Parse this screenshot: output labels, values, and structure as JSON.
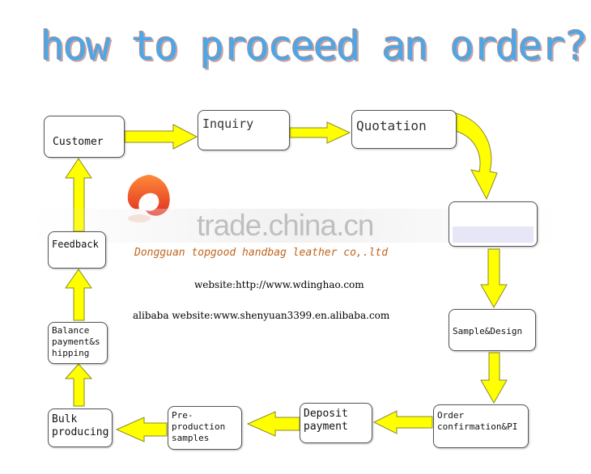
{
  "title": "how to proceed an order?",
  "steps": {
    "customer": "Customer",
    "inquiry": "Inquiry",
    "quotation": "Quotation",
    "hidden": "",
    "sample_design": "Sample&Design",
    "order_confirmation": "Order\nconfirmation&PI",
    "deposit_payment": "Deposit\npayment",
    "pre_production": "Pre-\nproduction\nsamples",
    "bulk_producing": "Bulk\nproducing",
    "balance_payment": "Balance\npayment&s\nhipping",
    "feedback": "Feedback"
  },
  "watermark": {
    "brand": "trade.china.cn"
  },
  "company": "Dongguan topgood handbag leather co,.ltd",
  "website": "website:http://www.wdinghao.com",
  "alibaba": "alibaba website:www.shenyuan3399.en.alibaba.com",
  "colors": {
    "arrow_fill": "#ffff00",
    "arrow_stroke": "#8a8a2a",
    "title": "#4aa8e8"
  }
}
